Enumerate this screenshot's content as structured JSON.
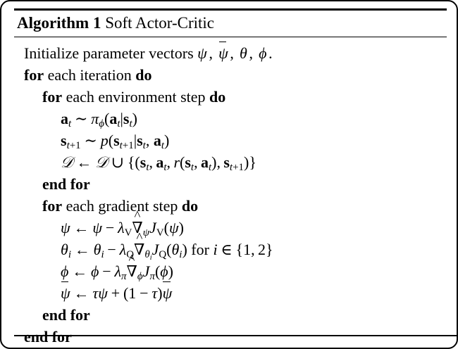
{
  "algorithm": {
    "label": "Algorithm 1",
    "name": "Soft Actor-Critic",
    "lines": [
      {
        "indent": 0,
        "kind": "statement",
        "text": "Initialize parameter vectors ψ, ψ̄, θ, φ."
      },
      {
        "indent": 0,
        "kind": "for",
        "text": "for each iteration do"
      },
      {
        "indent": 1,
        "kind": "for",
        "text": "for each environment step do"
      },
      {
        "indent": 2,
        "kind": "math",
        "text": "a_t ~ π_φ(a_t|s_t)"
      },
      {
        "indent": 2,
        "kind": "math",
        "text": "s_{t+1} ~ p(s_{t+1}|s_t, a_t)"
      },
      {
        "indent": 2,
        "kind": "math",
        "text": "D ← D ∪ {(s_t, a_t, r(s_t, a_t), s_{t+1})}"
      },
      {
        "indent": 1,
        "kind": "endfor",
        "text": "end for"
      },
      {
        "indent": 1,
        "kind": "for",
        "text": "for each gradient step do"
      },
      {
        "indent": 2,
        "kind": "math",
        "text": "ψ ← ψ − λ_V ∇̂_ψ J_V(ψ)"
      },
      {
        "indent": 2,
        "kind": "math",
        "text": "θ_i ← θ_i − λ_Q ∇̂_{θ_i} J_Q(θ_i) for i ∈ {1, 2}"
      },
      {
        "indent": 2,
        "kind": "math",
        "text": "φ ← φ − λ_π ∇̂_φ J_π(φ)"
      },
      {
        "indent": 2,
        "kind": "math",
        "text": "ψ̄ ← τψ + (1 − τ)ψ̄"
      },
      {
        "indent": 1,
        "kind": "endfor",
        "text": "end for"
      },
      {
        "indent": 0,
        "kind": "endfor",
        "text": "end for"
      }
    ],
    "keywords": {
      "for": "for",
      "do": "do",
      "end_for": "end for",
      "each_iteration": "each iteration",
      "each_environment_step": "each environment step",
      "each_gradient_step": "each gradient step",
      "initialize_prefix": "Initialize parameter vectors",
      "for_i_in": "for"
    },
    "symbols": {
      "psi": "ψ",
      "psi_bar": "ψ̄",
      "theta": "θ",
      "phi": "φ",
      "tau": "τ",
      "lambda": "λ",
      "pi": "π",
      "nabla_hat": "∇̂",
      "calD": "𝒟",
      "sim": "∼",
      "gets": "←",
      "cup": "∪",
      "in": "∈",
      "minus": "−",
      "plus": "+",
      "index_set": "{1, 2}"
    },
    "colors": {
      "text": "#000000",
      "background": "#ffffff",
      "rule": "#000000"
    }
  }
}
